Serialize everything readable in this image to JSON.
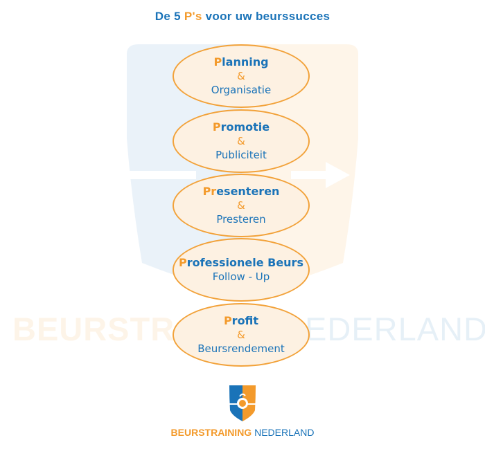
{
  "title": {
    "prefix": "De 5 ",
    "accent": "P's",
    "suffix": " voor uw beurssucces"
  },
  "watermark": {
    "left": "BEURSTRA",
    "right": "EDERLAND"
  },
  "steps": [
    {
      "head_p": "P",
      "head_rest": "lanning",
      "amp": "&",
      "sub": "Organisatie"
    },
    {
      "head_p": "P",
      "head_rest": "romotie",
      "amp": "&",
      "sub": "Publiciteit"
    },
    {
      "head_p": "Pr",
      "head_rest": "esenteren",
      "amp": "&",
      "sub": "Presteren"
    },
    {
      "head_p": "P",
      "head_rest": "rofessionele Beurs",
      "amp": "",
      "sub": "Follow - Up"
    },
    {
      "head_p": "P",
      "head_rest": "rofit",
      "amp": "&",
      "sub": "Beursrendement"
    }
  ],
  "logo": {
    "part1": "BEURSTRAINING",
    "part2": " NEDERLAND"
  },
  "colors": {
    "blue": "#1a73b8",
    "orange": "#f39a2b",
    "oval_border": "#f2a23a"
  }
}
